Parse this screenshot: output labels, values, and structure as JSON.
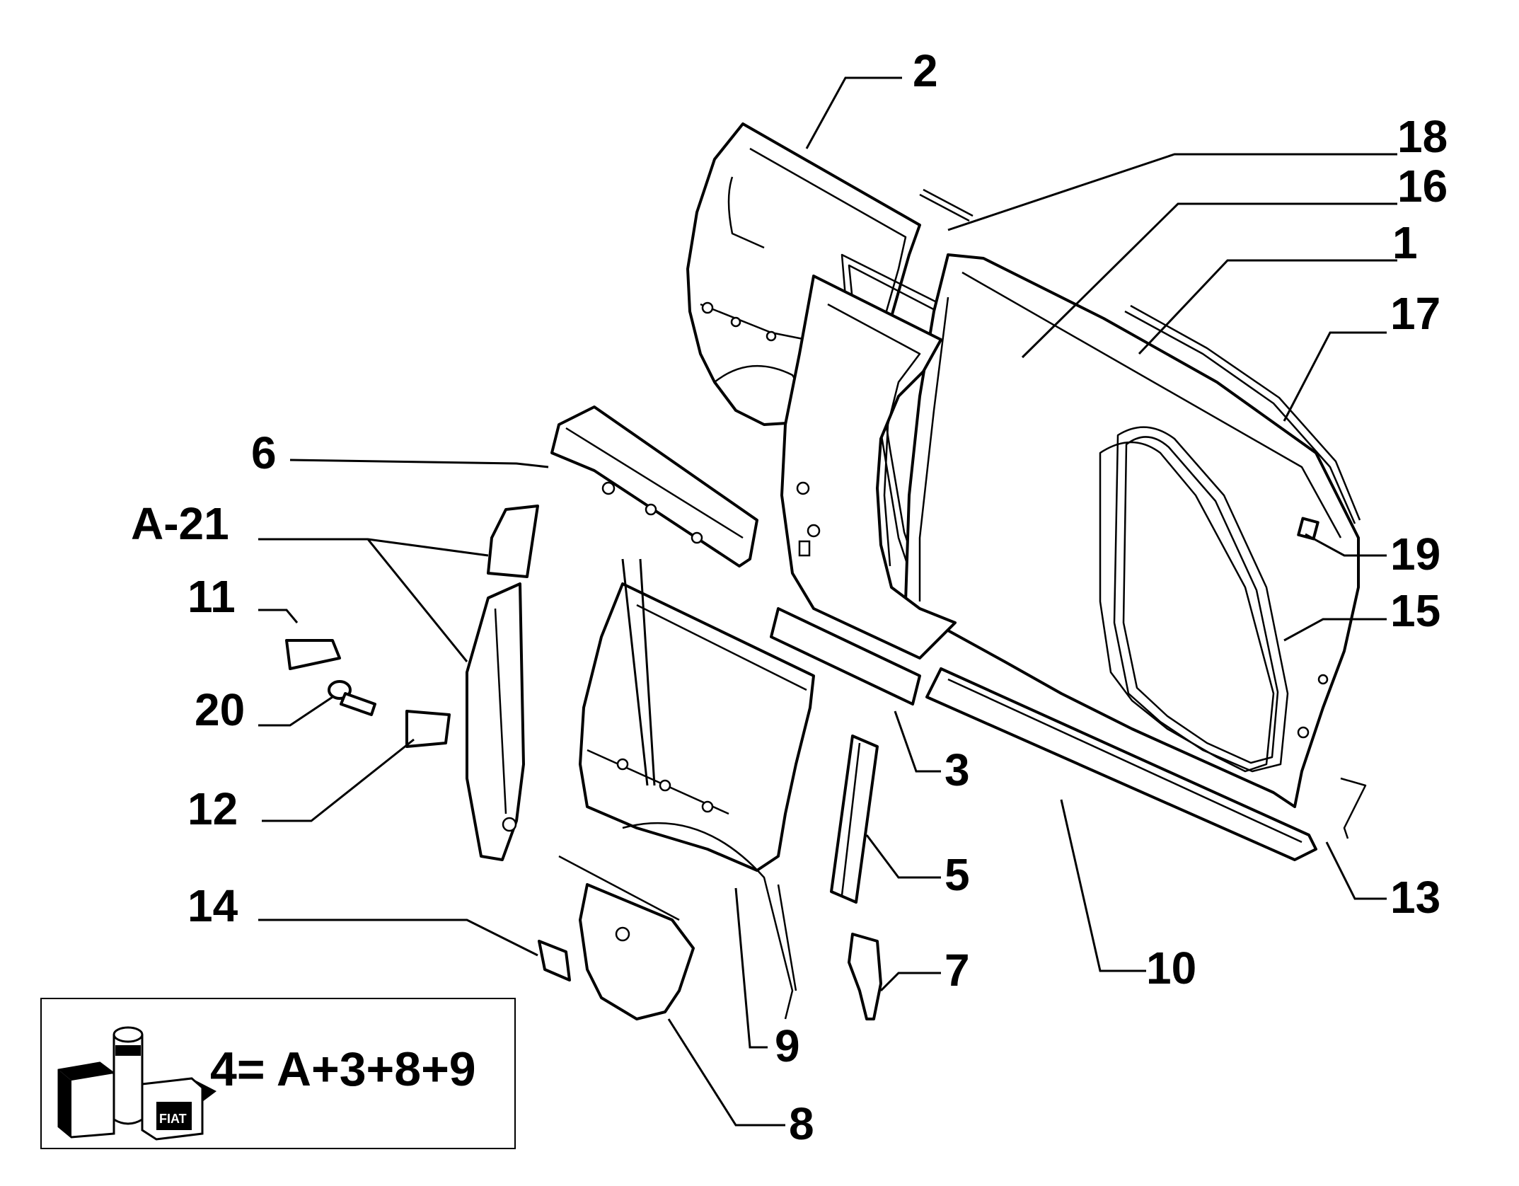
{
  "callouts": {
    "c1": "1",
    "c2": "2",
    "c3": "3",
    "c5": "5",
    "c6": "6",
    "c7": "7",
    "c8": "8",
    "c9": "9",
    "c10": "10",
    "c11": "11",
    "c12": "12",
    "c13": "13",
    "c14": "14",
    "c15": "15",
    "c16": "16",
    "c17": "17",
    "c18": "18",
    "c19": "19",
    "c20": "20",
    "cA21": "A-21"
  },
  "legend": {
    "formula": "4= A+3+8+9",
    "icon": "kit-boxes-icon",
    "icon_brand_text": "FIAT"
  }
}
